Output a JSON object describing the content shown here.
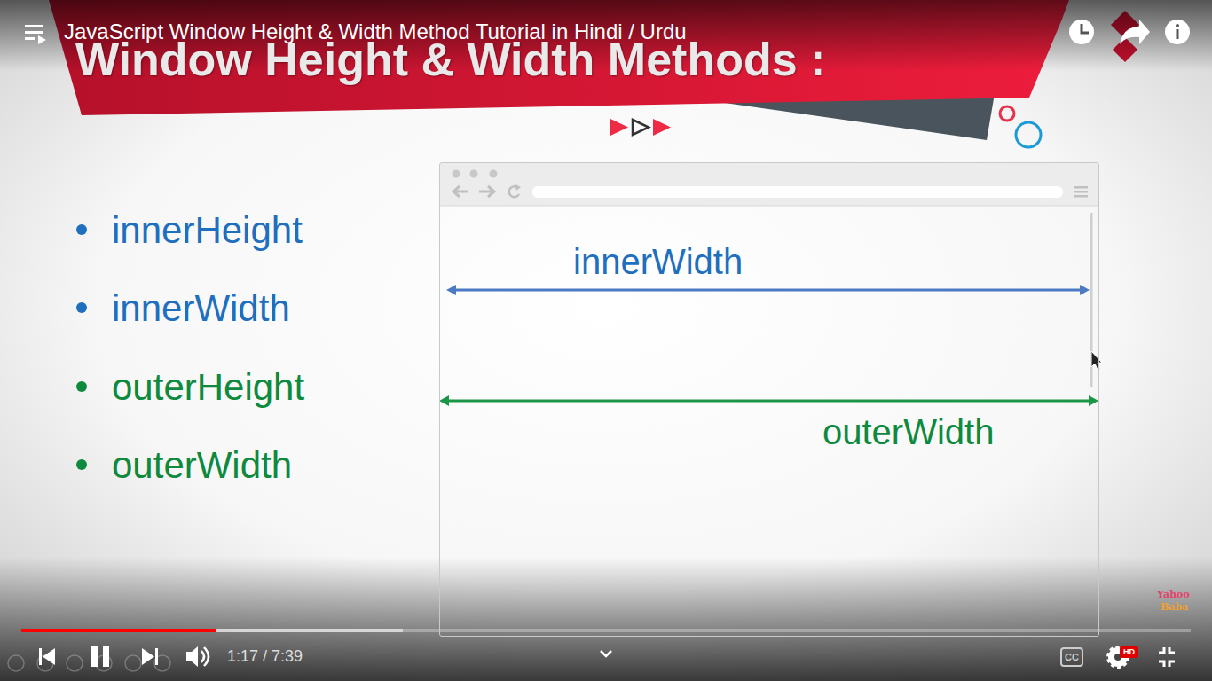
{
  "diagram": {
    "title": "Window Height & Width Methods :",
    "nodes": [
      {
        "text": [
          "innerWidth",
          "outerWidth"
        ]
      }
    ],
    "labels": [
      "JavaScript Window Height & Width Method Tutorial in Hindi / Urdu",
      "innerHeight",
      "innerWidth",
      "outerHeight",
      "outerWidth",
      "Yahoo",
      "Baba",
      "1:17 / 7:39",
      "CC",
      "HD"
    ]
  }
}
